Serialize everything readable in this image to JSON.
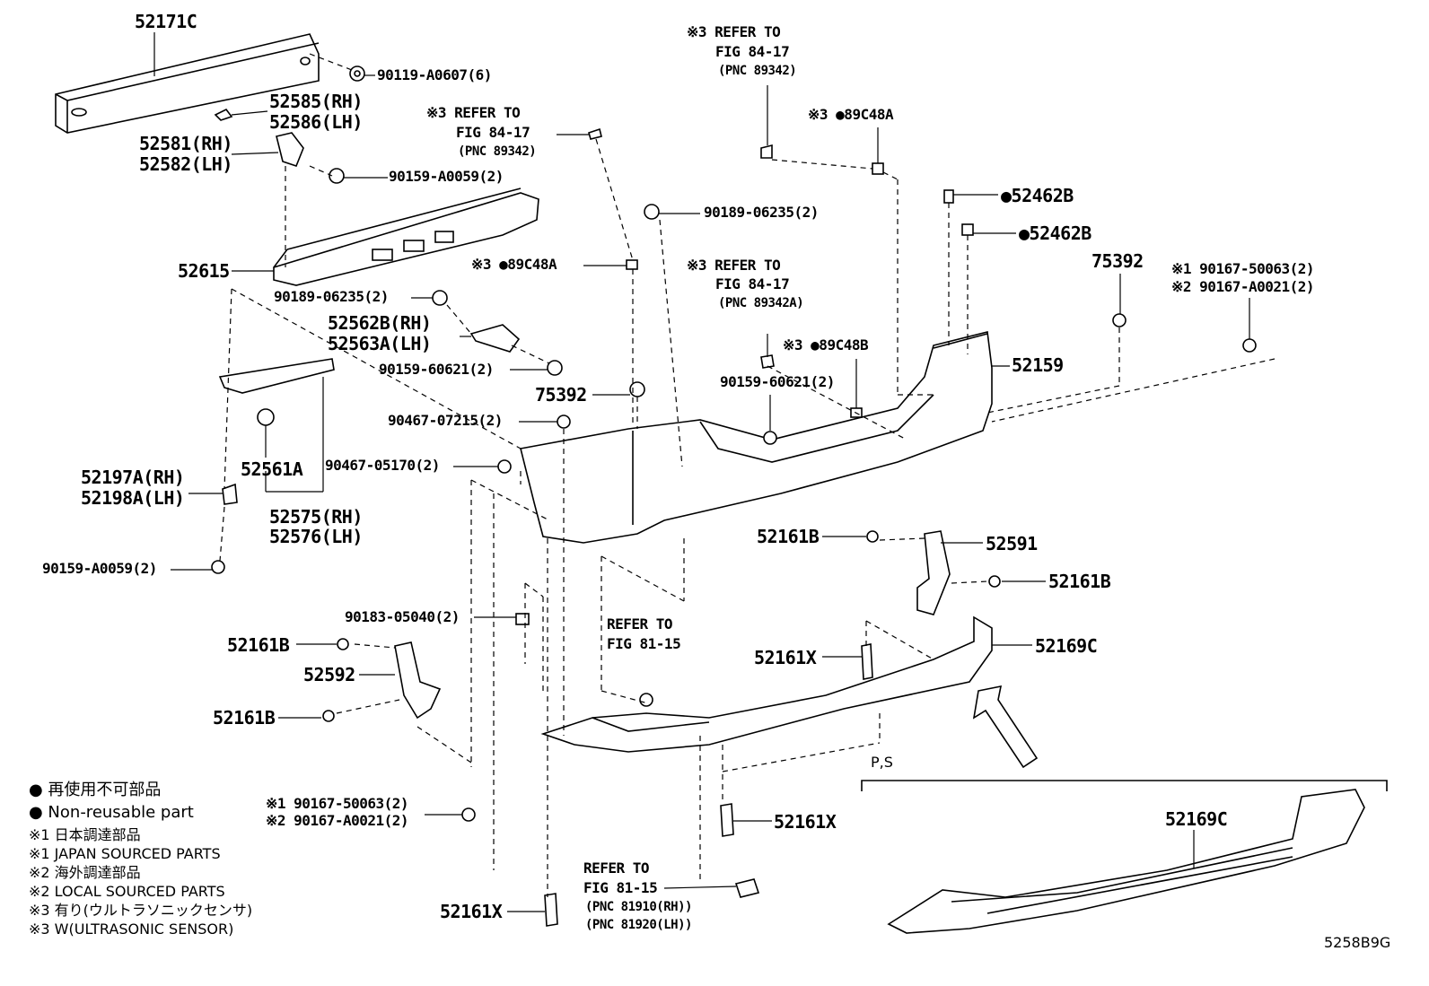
{
  "diagram_code": "5258B9G",
  "variant_label": "P,S",
  "labels": {
    "l52171C": "52171C",
    "l90119": "90119-A0607(6)",
    "l52585": "52585(RH)",
    "l52586": "52586(LH)",
    "l52581": "52581(RH)",
    "l52582": "52582(LH)",
    "l90159a": "90159-A0059(2)",
    "l52615": "52615",
    "l90189a": "90189-06235(2)",
    "l52562": "52562B(RH)",
    "l52563": "52563A(LH)",
    "l90159b": "90159-60621(2)",
    "l75392a": "75392",
    "l90467a": "90467-07215(2)",
    "l90467b": "90467-05170(2)",
    "l52561A": "52561A",
    "l52575": "52575(RH)",
    "l52576": "52576(LH)",
    "l52197": "52197A(RH)",
    "l52198": "52198A(LH)",
    "l90159c": "90159-A0059(2)",
    "r1a": "※3 REFER TO",
    "r1b": "FIG 84-17",
    "r1c": "(PNC 89342)",
    "r2a": "※3 REFER TO",
    "r2b": "FIG 84-17",
    "r2c": "(PNC 89342)",
    "l89c48a1": "※3 ●89C48A",
    "l89c48a2": "※3 ●89C48A",
    "l90189b": "90189-06235(2)",
    "r3a": "※3 REFER TO",
    "r3b": "FIG 84-17",
    "r3c": "(PNC 89342A)",
    "l89c48b": "※3 ●89C48B",
    "l90159d": "90159-60621(2)",
    "l52462a": "●52462B",
    "l52462b": "●52462B",
    "l75392b": "75392",
    "l90167r1": "※1 90167-50063(2)",
    "l90167r2": "※2 90167-A0021(2)",
    "l52159": "52159",
    "l52161Ba": "52161B",
    "l52591": "52591",
    "l52161Bb": "52161B",
    "l52161Xa": "52161X",
    "l52169Ca": "52169C",
    "r4a": "REFER TO",
    "r4b": "FIG 81-15",
    "l90183": "90183-05040(2)",
    "l52161Bc": "52161B",
    "l52592": "52592",
    "l52161Bd": "52161B",
    "l90167l1": "※1 90167-50063(2)",
    "l90167l2": "※2 90167-A0021(2)",
    "l52161Xb": "52161X",
    "l52161Xc": "52161X",
    "r5a": "REFER TO",
    "r5b": "FIG 81-15",
    "r5c": "(PNC 81910(RH))",
    "r5d": "(PNC 81920(LH))",
    "l52169Cb": "52169C"
  },
  "legend": [
    "● 再使用不可部品",
    "● Non-reusable part",
    "※1 日本調達部品",
    "※1 JAPAN SOURCED PARTS",
    "※2 海外調達部品",
    "※2 LOCAL SOURCED PARTS",
    "※3 有り(ウルトラソニックセンサ)",
    "※3 W(ULTRASONIC SENSOR)"
  ]
}
